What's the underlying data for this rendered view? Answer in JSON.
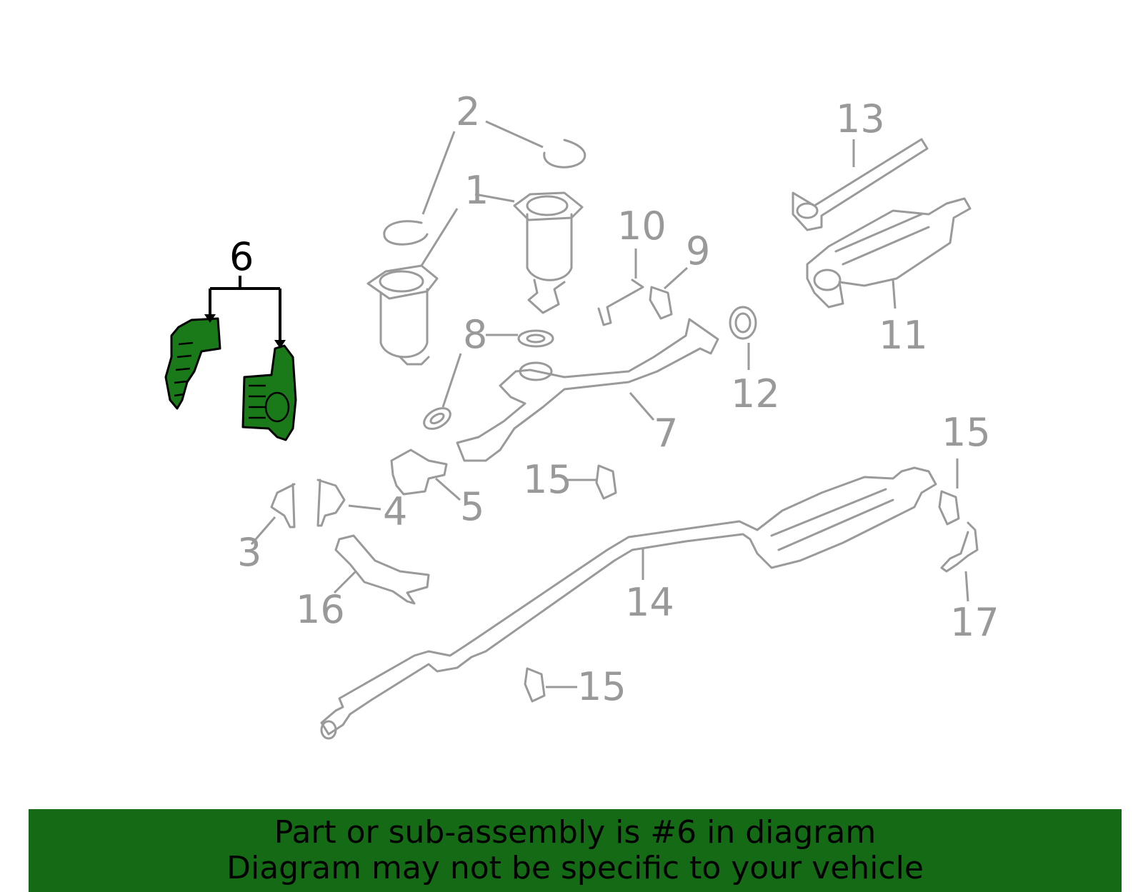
{
  "diagram": {
    "highlighted_callout": "6",
    "callouts": {
      "c1": "1",
      "c2": "2",
      "c3": "3",
      "c4": "4",
      "c5": "5",
      "c6": "6",
      "c7": "7",
      "c8": "8",
      "c9": "9",
      "c10": "10",
      "c11": "11",
      "c12": "12",
      "c13": "13",
      "c14": "14",
      "c15a": "15",
      "c15b": "15",
      "c15c": "15",
      "c16": "16",
      "c17": "17"
    },
    "colors": {
      "highlight_part": "#1a7a1a",
      "line_art": "#9a9a9a",
      "banner": "#156b15"
    }
  },
  "banner": {
    "line1": "Part or sub-assembly is #6 in diagram",
    "line2": "Diagram may not be specific to your vehicle"
  }
}
